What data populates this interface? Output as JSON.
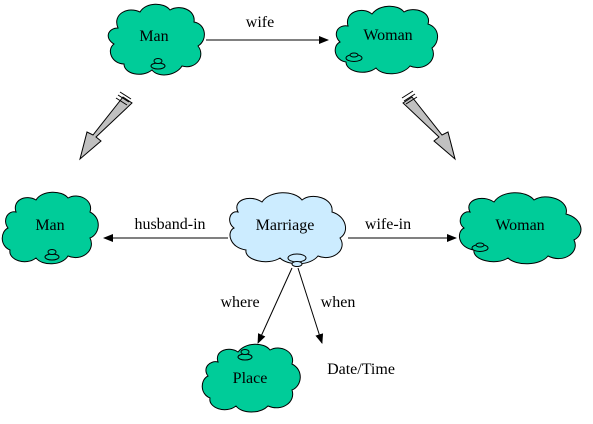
{
  "colors": {
    "green_cloud": "#00CC99",
    "blue_cloud": "#CCECFF",
    "outline": "#000000",
    "big_arrow_fill": "#C0C0C0",
    "background": "#FFFFFF"
  },
  "nodes": {
    "top_man": "Man",
    "top_woman": "Woman",
    "left_man": "Man",
    "marriage": "Marriage",
    "right_woman": "Woman",
    "place": "Place",
    "date_time": "Date/Time"
  },
  "edges": {
    "wife": "wife",
    "husband_in": "husband-in",
    "wife_in": "wife-in",
    "where": "where",
    "when": "when"
  }
}
